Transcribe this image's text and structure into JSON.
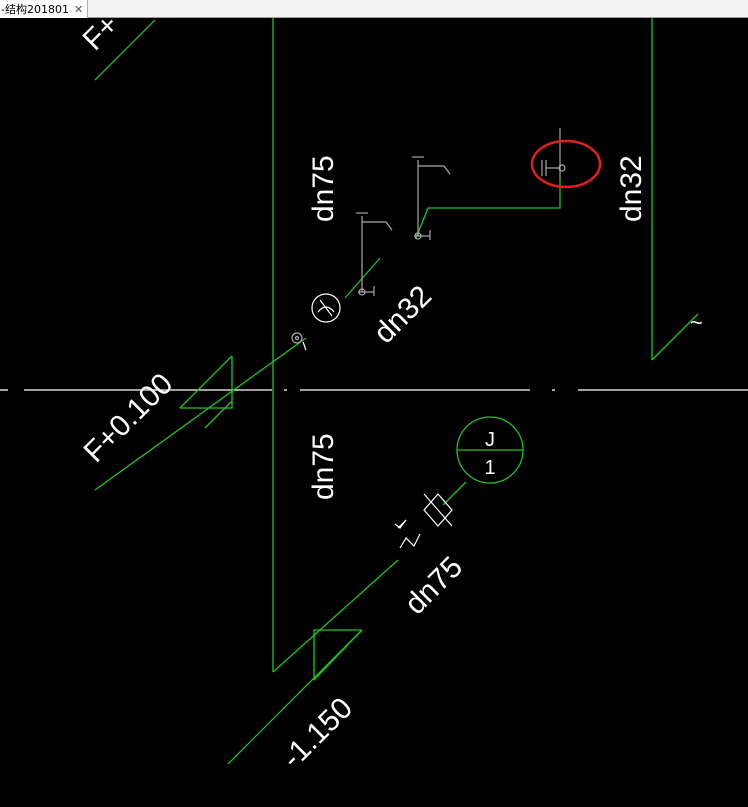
{
  "window": {
    "tab_title": "-结构201801",
    "close_glyph": "✕"
  },
  "drawing": {
    "background": "#000000",
    "pipe_color": "#22c322",
    "fixture_color": "#a8a8a8",
    "axis_color": "#ffffff",
    "highlight_color": "#e02020",
    "labels": {
      "dn75_top": "dn75",
      "dn32_right": "dn32",
      "dn32_mid": "dn32",
      "floor_level": "F+0.100",
      "floor_level_top": "F+",
      "dn75_bottom": "dn75",
      "dn75_diag": "dn75",
      "level_bottom": "-1.150",
      "tilde": "~"
    },
    "riser_tag": {
      "letter": "J",
      "number": "1"
    }
  }
}
